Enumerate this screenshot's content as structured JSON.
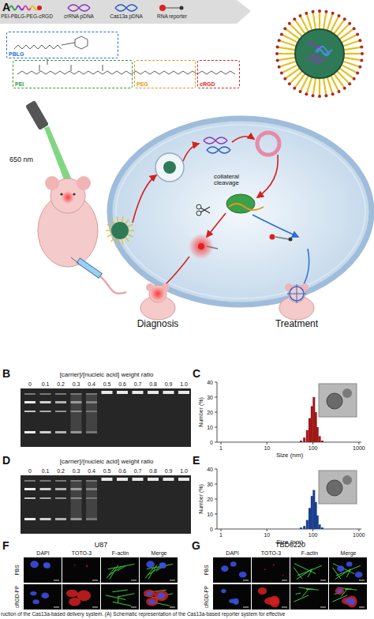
{
  "diagram": {
    "caption": "ruction of the Cas13a-based delivery system. (A) Schematic representation of the Cas13a-based reporter system for effective",
    "nodes": [
      {
        "text": [
          "PBLG"
        ]
      },
      {
        "text": [
          "PEI"
        ]
      },
      {
        "text": [
          "PEG"
        ]
      },
      {
        "text": [
          "cRGD"
        ]
      }
    ],
    "labels": [
      "A",
      "650 nm",
      "collateral cleavage",
      "Diagnosis",
      "Treatment",
      "B",
      "[carrier]/[nucleic acid] weight ratio",
      "0",
      "0.1",
      "0.2",
      "0.3",
      "0.4",
      "0.5",
      "0.6",
      "0.7",
      "0.8",
      "0.9",
      "1.0",
      "C",
      "40",
      "30",
      "20",
      "10",
      "0",
      "Number (%)",
      "1",
      "10",
      "100",
      "1000",
      "Size (nm)",
      "D",
      "[carrier]/[nucleic acid] weight ratio",
      "0",
      "0.1",
      "0.2",
      "0.3",
      "0.4",
      "0.5",
      "0.6",
      "0.7",
      "0.8",
      "0.9",
      "1.0",
      "E",
      "40",
      "30",
      "20",
      "10",
      "0",
      "Number (%)",
      "1",
      "10",
      "100",
      "1000",
      "Size (nm)",
      "F",
      "U87",
      "DAPI",
      "TOTO-3",
      "F-actin",
      "Merge",
      "PBS",
      "cRGD-PP",
      "G",
      "TBD0220",
      "DAPI",
      "TOTO-3",
      "F-actin",
      "Merge",
      "PBS",
      "cRGD-PP"
    ],
    "legend": [
      {
        "text": "PEI-PBLG-PEG-cRGD"
      },
      {
        "text": "crRNA pDNA"
      },
      {
        "text": "Cas13a pDNA"
      },
      {
        "text": "RNA reporter"
      }
    ]
  }
}
